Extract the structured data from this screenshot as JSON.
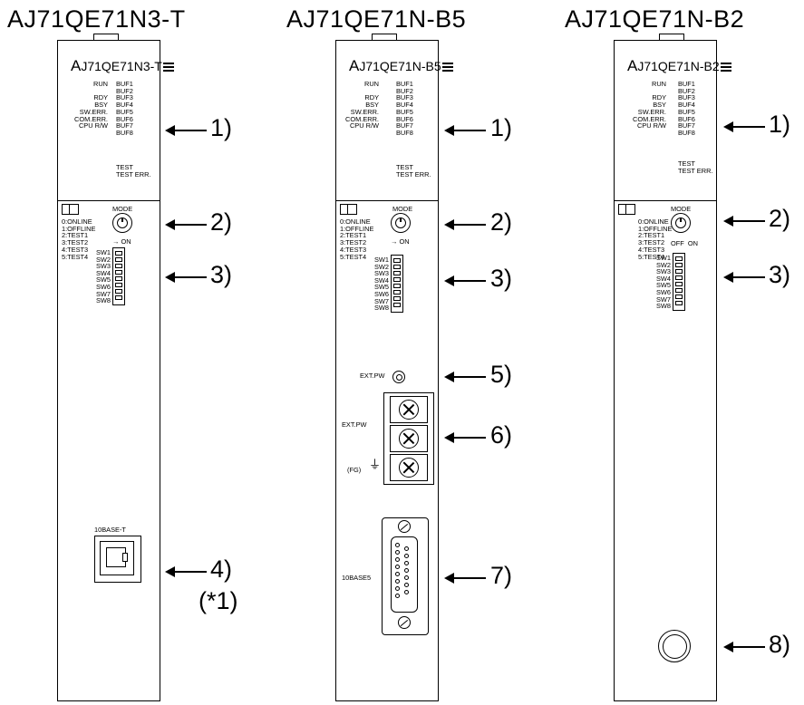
{
  "modules": [
    {
      "title": "AJ71QE71N3-T",
      "model_prefix": "A",
      "model_rest": "J71QE71N3-T",
      "callouts": [
        "1)",
        "2)",
        "3)",
        "4)"
      ],
      "note": "(*1)",
      "connector_label": "10BASE-T"
    },
    {
      "title": "AJ71QE71N-B5",
      "model_prefix": "A",
      "model_rest": "J71QE71N-B5",
      "callouts": [
        "1)",
        "2)",
        "3)",
        "5)",
        "6)",
        "7)"
      ],
      "ext_pw_led": "EXT.PW",
      "ext_pw_terminal": "EXT.PW",
      "fg": "(FG)",
      "connector_label": "10BASE5"
    },
    {
      "title": "AJ71QE71N-B2",
      "model_prefix": "A",
      "model_rest": "J71QE71N-B2",
      "callouts": [
        "1)",
        "2)",
        "3)",
        "8)"
      ]
    }
  ],
  "leds_left": "RUN\n\nRDY\nBSY\nSW.ERR.\nCOM.ERR.\nCPU R/W",
  "leds_right": "BUF1\nBUF2\nBUF3\nBUF4\nBUF5\nBUF6\nBUF7\nBUF8",
  "test_leds": "TEST\nTEST ERR.",
  "mode_label": "MODE",
  "mode_list": "0:ONLINE\n1:OFFLINE\n2:TEST1\n3:TEST2\n4:TEST3\n5:TEST4",
  "switch_on_arrow": "→ ON",
  "switch_off_on": "OFF  ON",
  "switch_labels": "SW1\nSW2\nSW3\nSW4\nSW5\nSW6\nSW7\nSW8"
}
